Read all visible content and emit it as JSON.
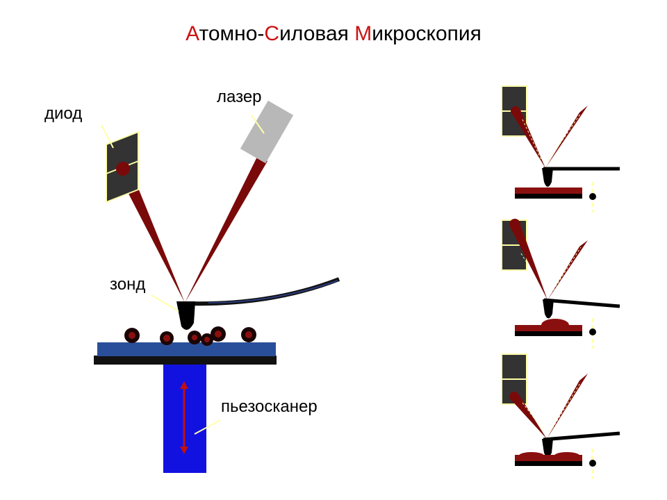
{
  "title": {
    "parts": [
      {
        "accent": "А",
        "rest": "томно-"
      },
      {
        "accent": "С",
        "rest": "иловая "
      },
      {
        "accent": "М",
        "rest": "икроскопия"
      }
    ]
  },
  "labels": {
    "diode": "диод",
    "laser": "лазер",
    "probe": "зонд",
    "scanner": "пьезосканер"
  },
  "colors": {
    "accent": "#cc1111",
    "beam": "#7a0a0a",
    "substrate": "#2a4f9a",
    "scanner": "#1212e0",
    "laser_body": "#b8b8b8",
    "diode_body": "#333333",
    "highlight": "#ffffaa"
  }
}
